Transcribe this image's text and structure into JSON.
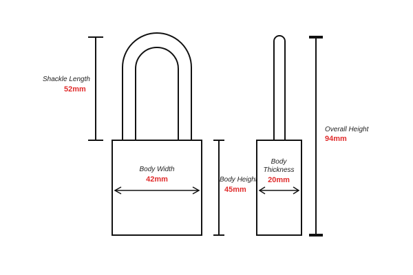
{
  "colors": {
    "outline": "#111111",
    "value_text": "#e02b2b",
    "label_text": "#222222",
    "background": "#ffffff"
  },
  "dimensions": {
    "shackle_length": {
      "label": "Shackle Length",
      "value": "52mm"
    },
    "body_width": {
      "label": "Body Width",
      "value": "42mm"
    },
    "body_height": {
      "label": "Body Height",
      "value": "45mm"
    },
    "body_thickness": {
      "label_line1": "Body",
      "label_line2": "Thickness",
      "value": "20mm"
    },
    "overall_height": {
      "label": "Overall Height",
      "value": "94mm"
    }
  }
}
